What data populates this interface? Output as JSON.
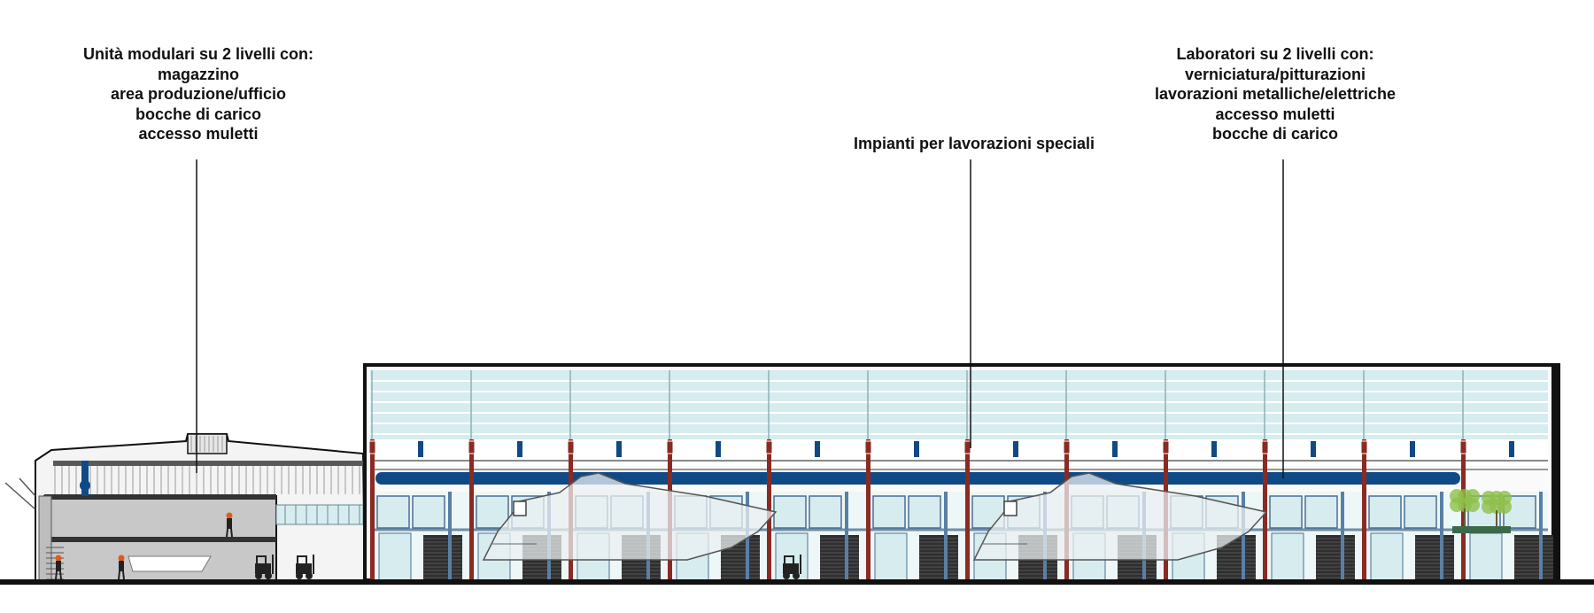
{
  "labels": {
    "left": {
      "lines": [
        "Unità modulari su 2 livelli con:",
        "magazzino",
        "area produzione/ufficio",
        "bocche di carico",
        "accesso muletti"
      ]
    },
    "center": {
      "lines": [
        "Impianti per lavorazioni speciali"
      ]
    },
    "right": {
      "lines": [
        "Laboratori su 2 livelli con:",
        "verniciatura/pitturazioni",
        "lavorazioni metalliche/elettriche",
        "accesso muletti",
        "bocche di carico"
      ]
    }
  },
  "colors": {
    "structure_red": "#8b2a22",
    "beam_blue": "#0f4a86",
    "glass": "#d7ecef",
    "glass_light": "#eef7f8",
    "concrete": "#c8c8c8",
    "door_dark": "#2e2e2e",
    "outline": "#111111",
    "tree_green": "#8fbf4a"
  }
}
